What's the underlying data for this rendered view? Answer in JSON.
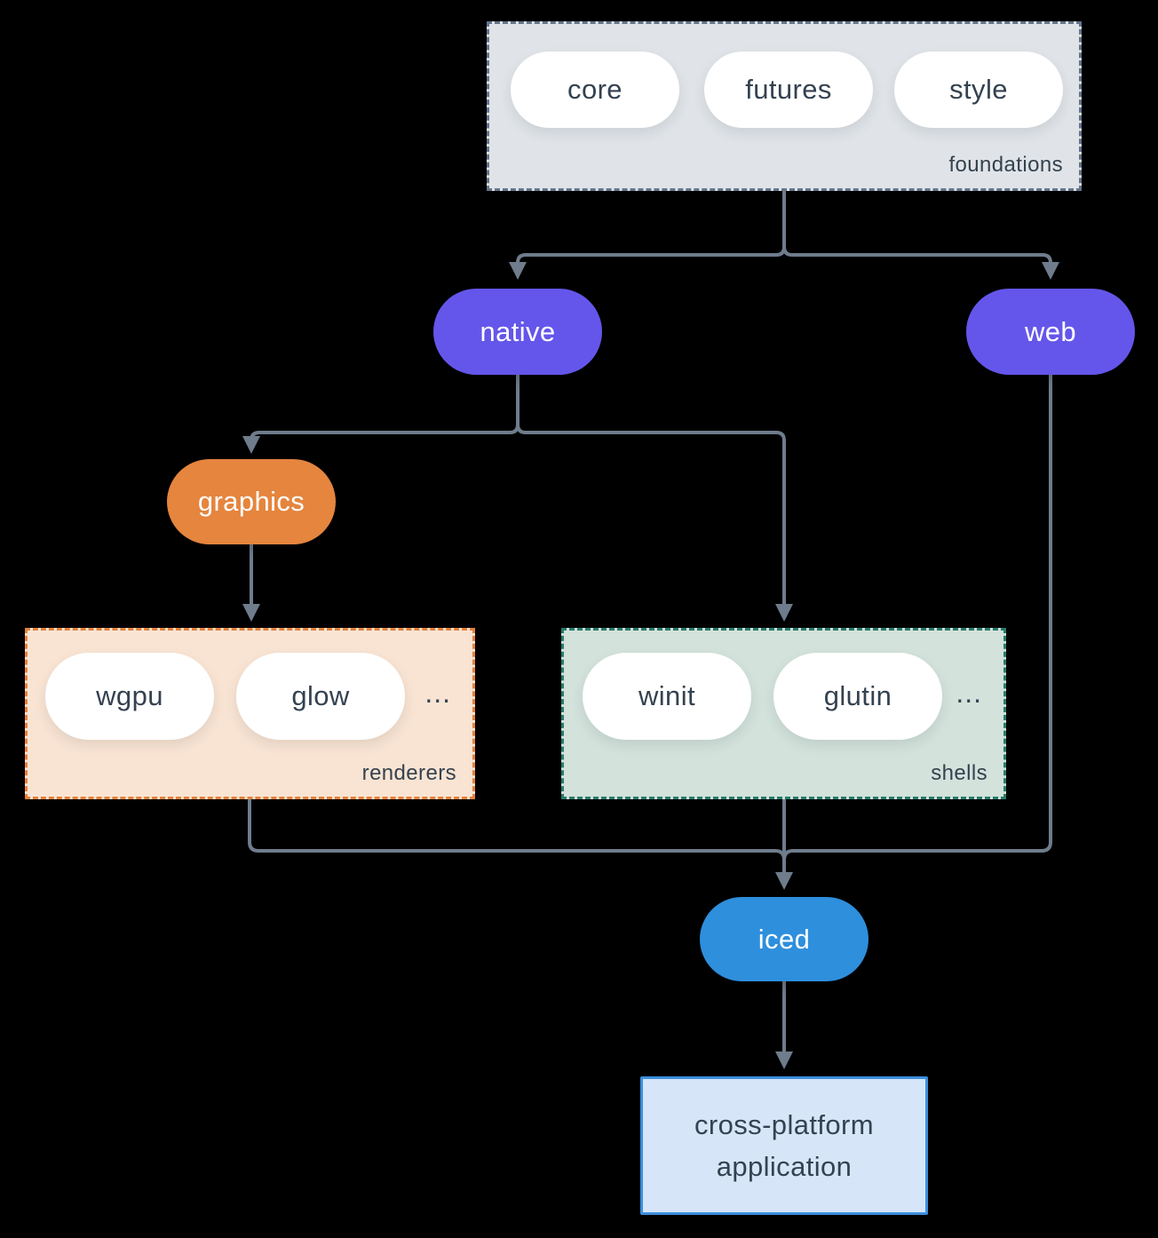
{
  "nodes": {
    "foundations": {
      "label": "foundations",
      "pills": [
        "core",
        "futures",
        "style"
      ]
    },
    "native": {
      "label": "native"
    },
    "web": {
      "label": "web"
    },
    "graphics": {
      "label": "graphics"
    },
    "renderers": {
      "label": "renderers",
      "pills": [
        "wgpu",
        "glow"
      ],
      "ellipsis": "..."
    },
    "shells": {
      "label": "shells",
      "pills": [
        "winit",
        "glutin"
      ],
      "ellipsis": "..."
    },
    "iced": {
      "label": "iced"
    },
    "application": {
      "label": "cross-platform application"
    }
  },
  "colors": {
    "background": "#000000",
    "arrow": "#6e7c8c",
    "platform_purple": "#6456ea",
    "graphics_orange": "#e5853e",
    "iced_blue": "#2e8fdd",
    "foundations_bg": "#e0e4e8",
    "foundations_border": "#64748b",
    "renderers_bg": "#f9e4d3",
    "renderers_border": "#e5813c",
    "shells_bg": "#d3e2db",
    "shells_border": "#2a7b6c",
    "application_bg": "#d6e6f8",
    "application_border": "#3c8fdd",
    "text_dark": "#344250"
  }
}
